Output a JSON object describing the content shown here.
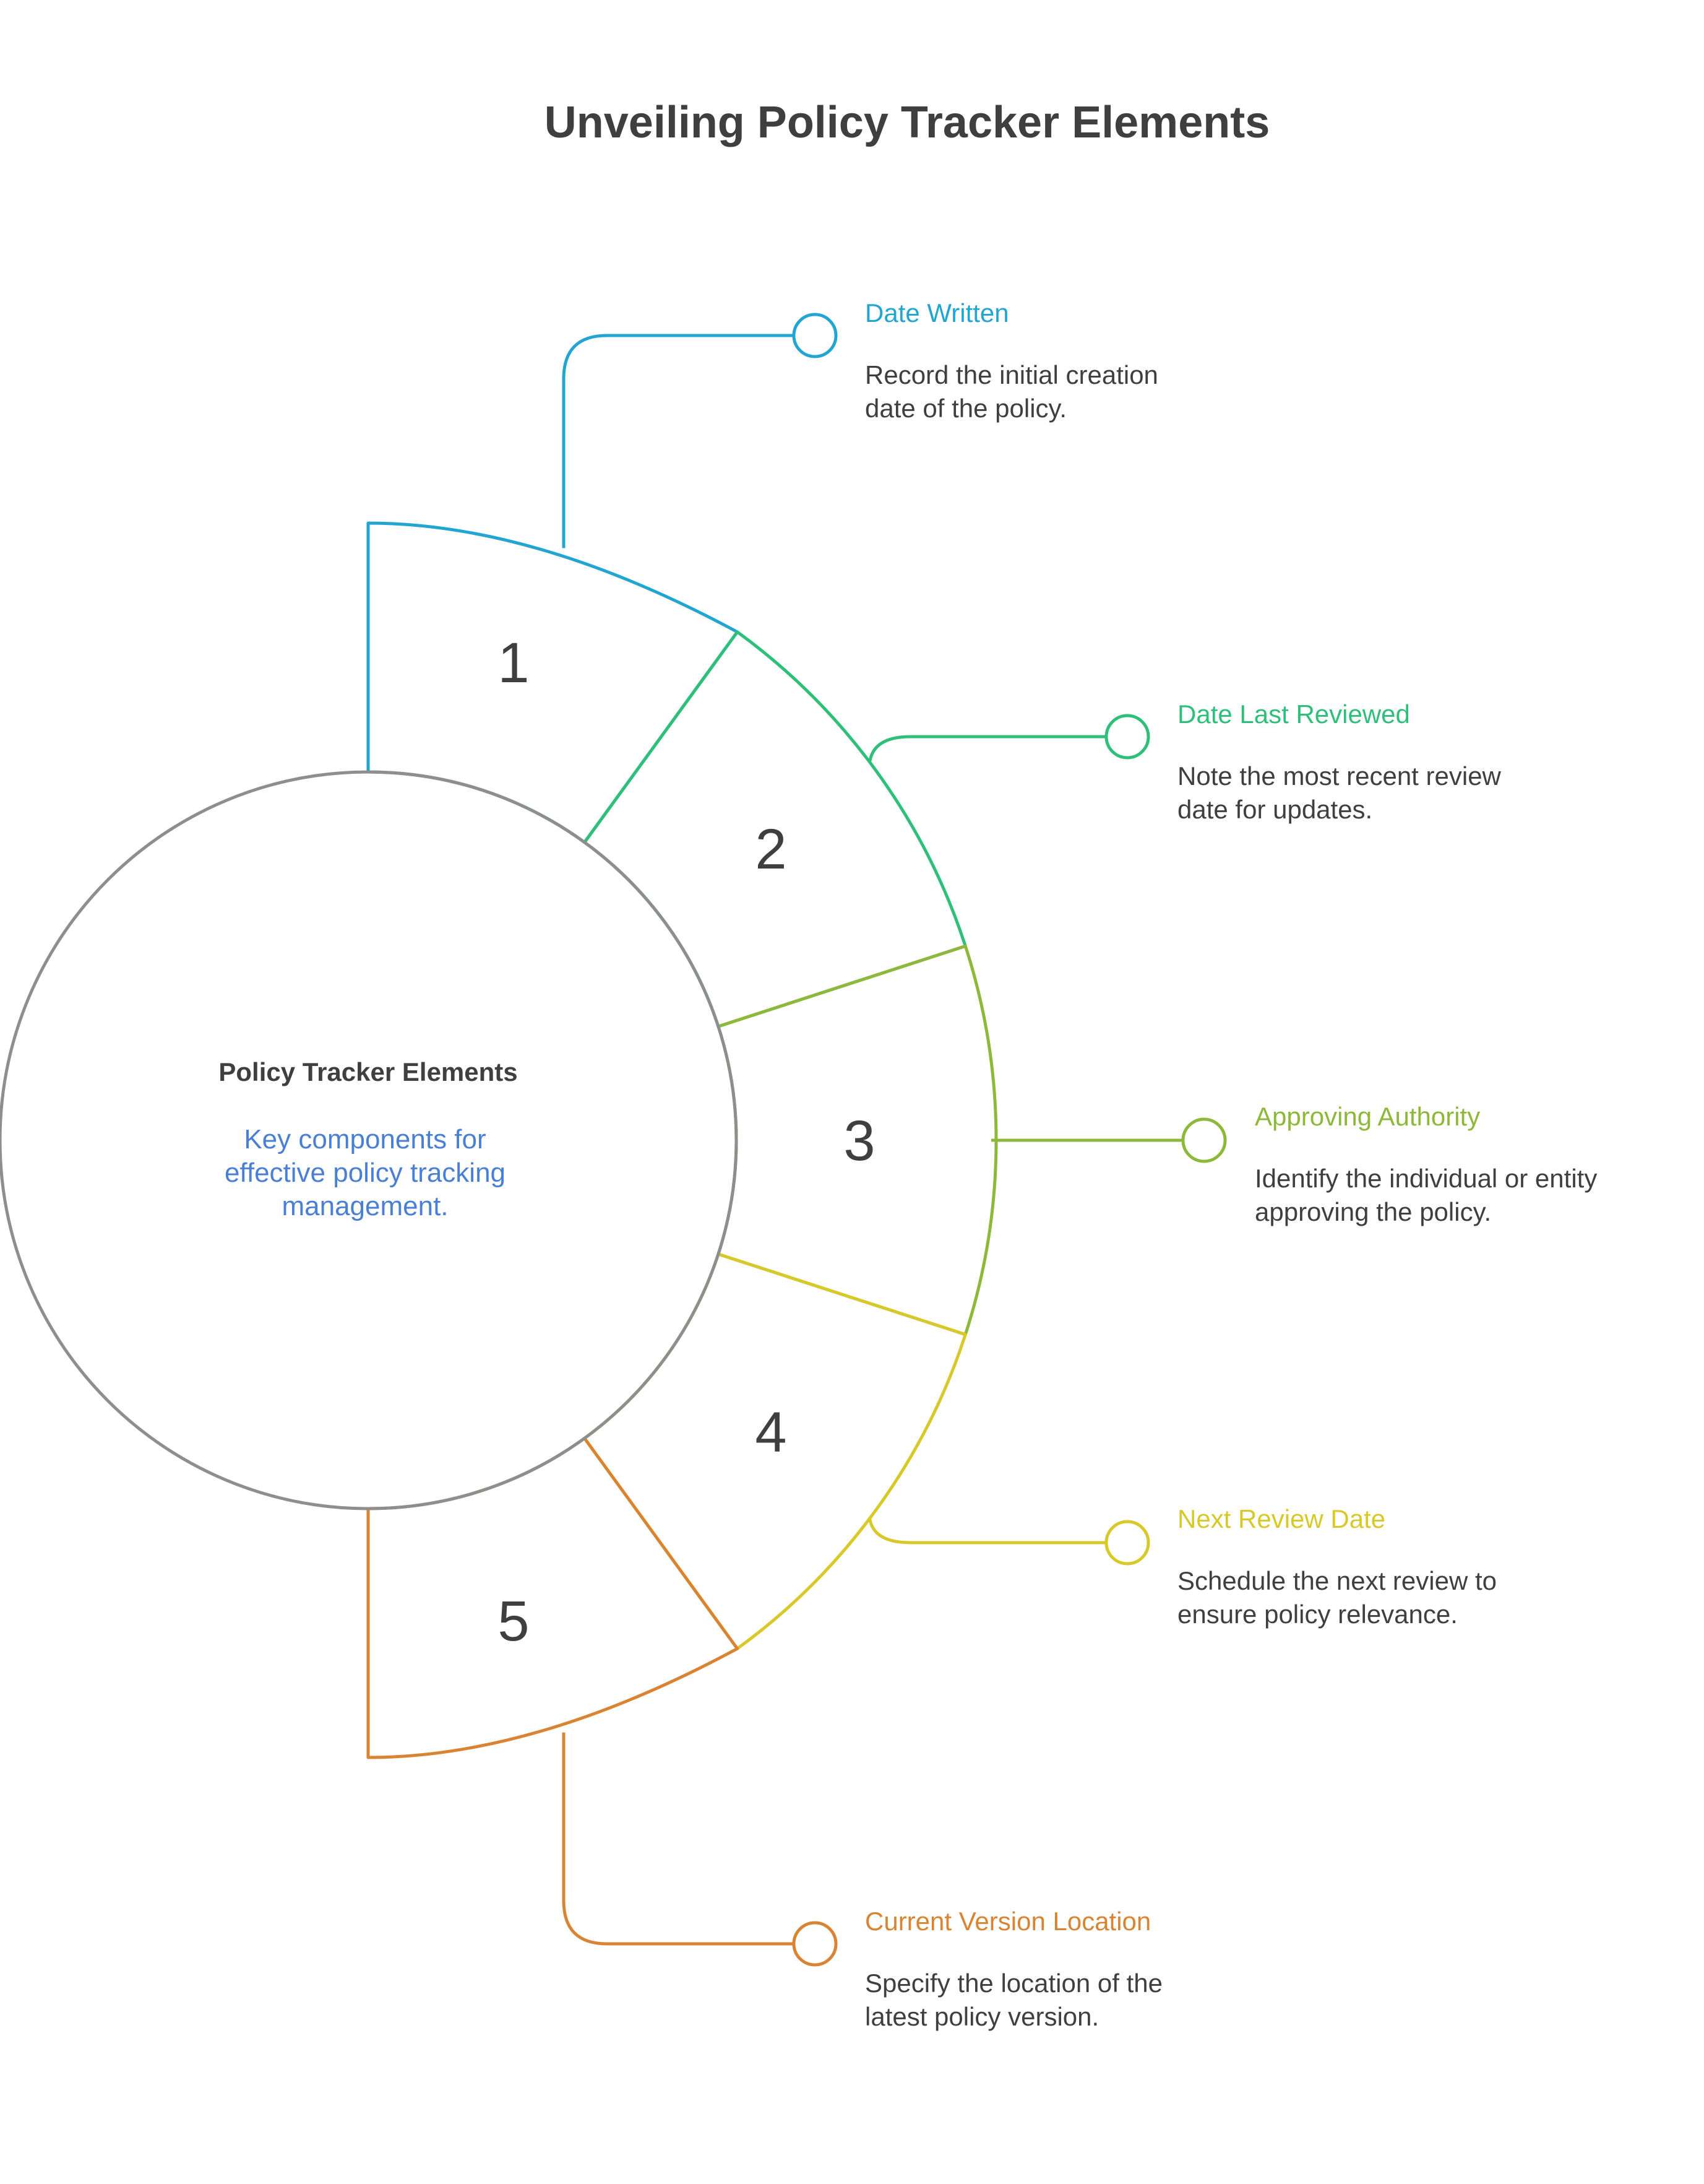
{
  "title": "Unveiling Policy Tracker Elements",
  "center": {
    "title": "Policy Tracker Elements",
    "description_lines": [
      "Key components for",
      "effective policy tracking",
      "management."
    ],
    "description_color": "#4a7fd6",
    "outline_color": "#8e8e8e"
  },
  "items": [
    {
      "number": "1",
      "title": "Date Written",
      "desc_lines": [
        "Record the initial creation",
        "date of the policy."
      ],
      "color": "#22a5d1"
    },
    {
      "number": "2",
      "title": "Date Last Reviewed",
      "desc_lines": [
        "Note the most recent review",
        "date for updates."
      ],
      "color": "#2fbf7a"
    },
    {
      "number": "3",
      "title": "Approving Authority",
      "desc_lines": [
        "Identify the individual or entity",
        "approving the policy."
      ],
      "color": "#8db83a"
    },
    {
      "number": "4",
      "title": "Next Review Date",
      "desc_lines": [
        "Schedule the next review to",
        "ensure policy relevance."
      ],
      "color": "#d8c92a"
    },
    {
      "number": "5",
      "title": "Current Version Location",
      "desc_lines": [
        "Specify the location of the",
        "latest policy version."
      ],
      "color": "#d98433"
    }
  ]
}
